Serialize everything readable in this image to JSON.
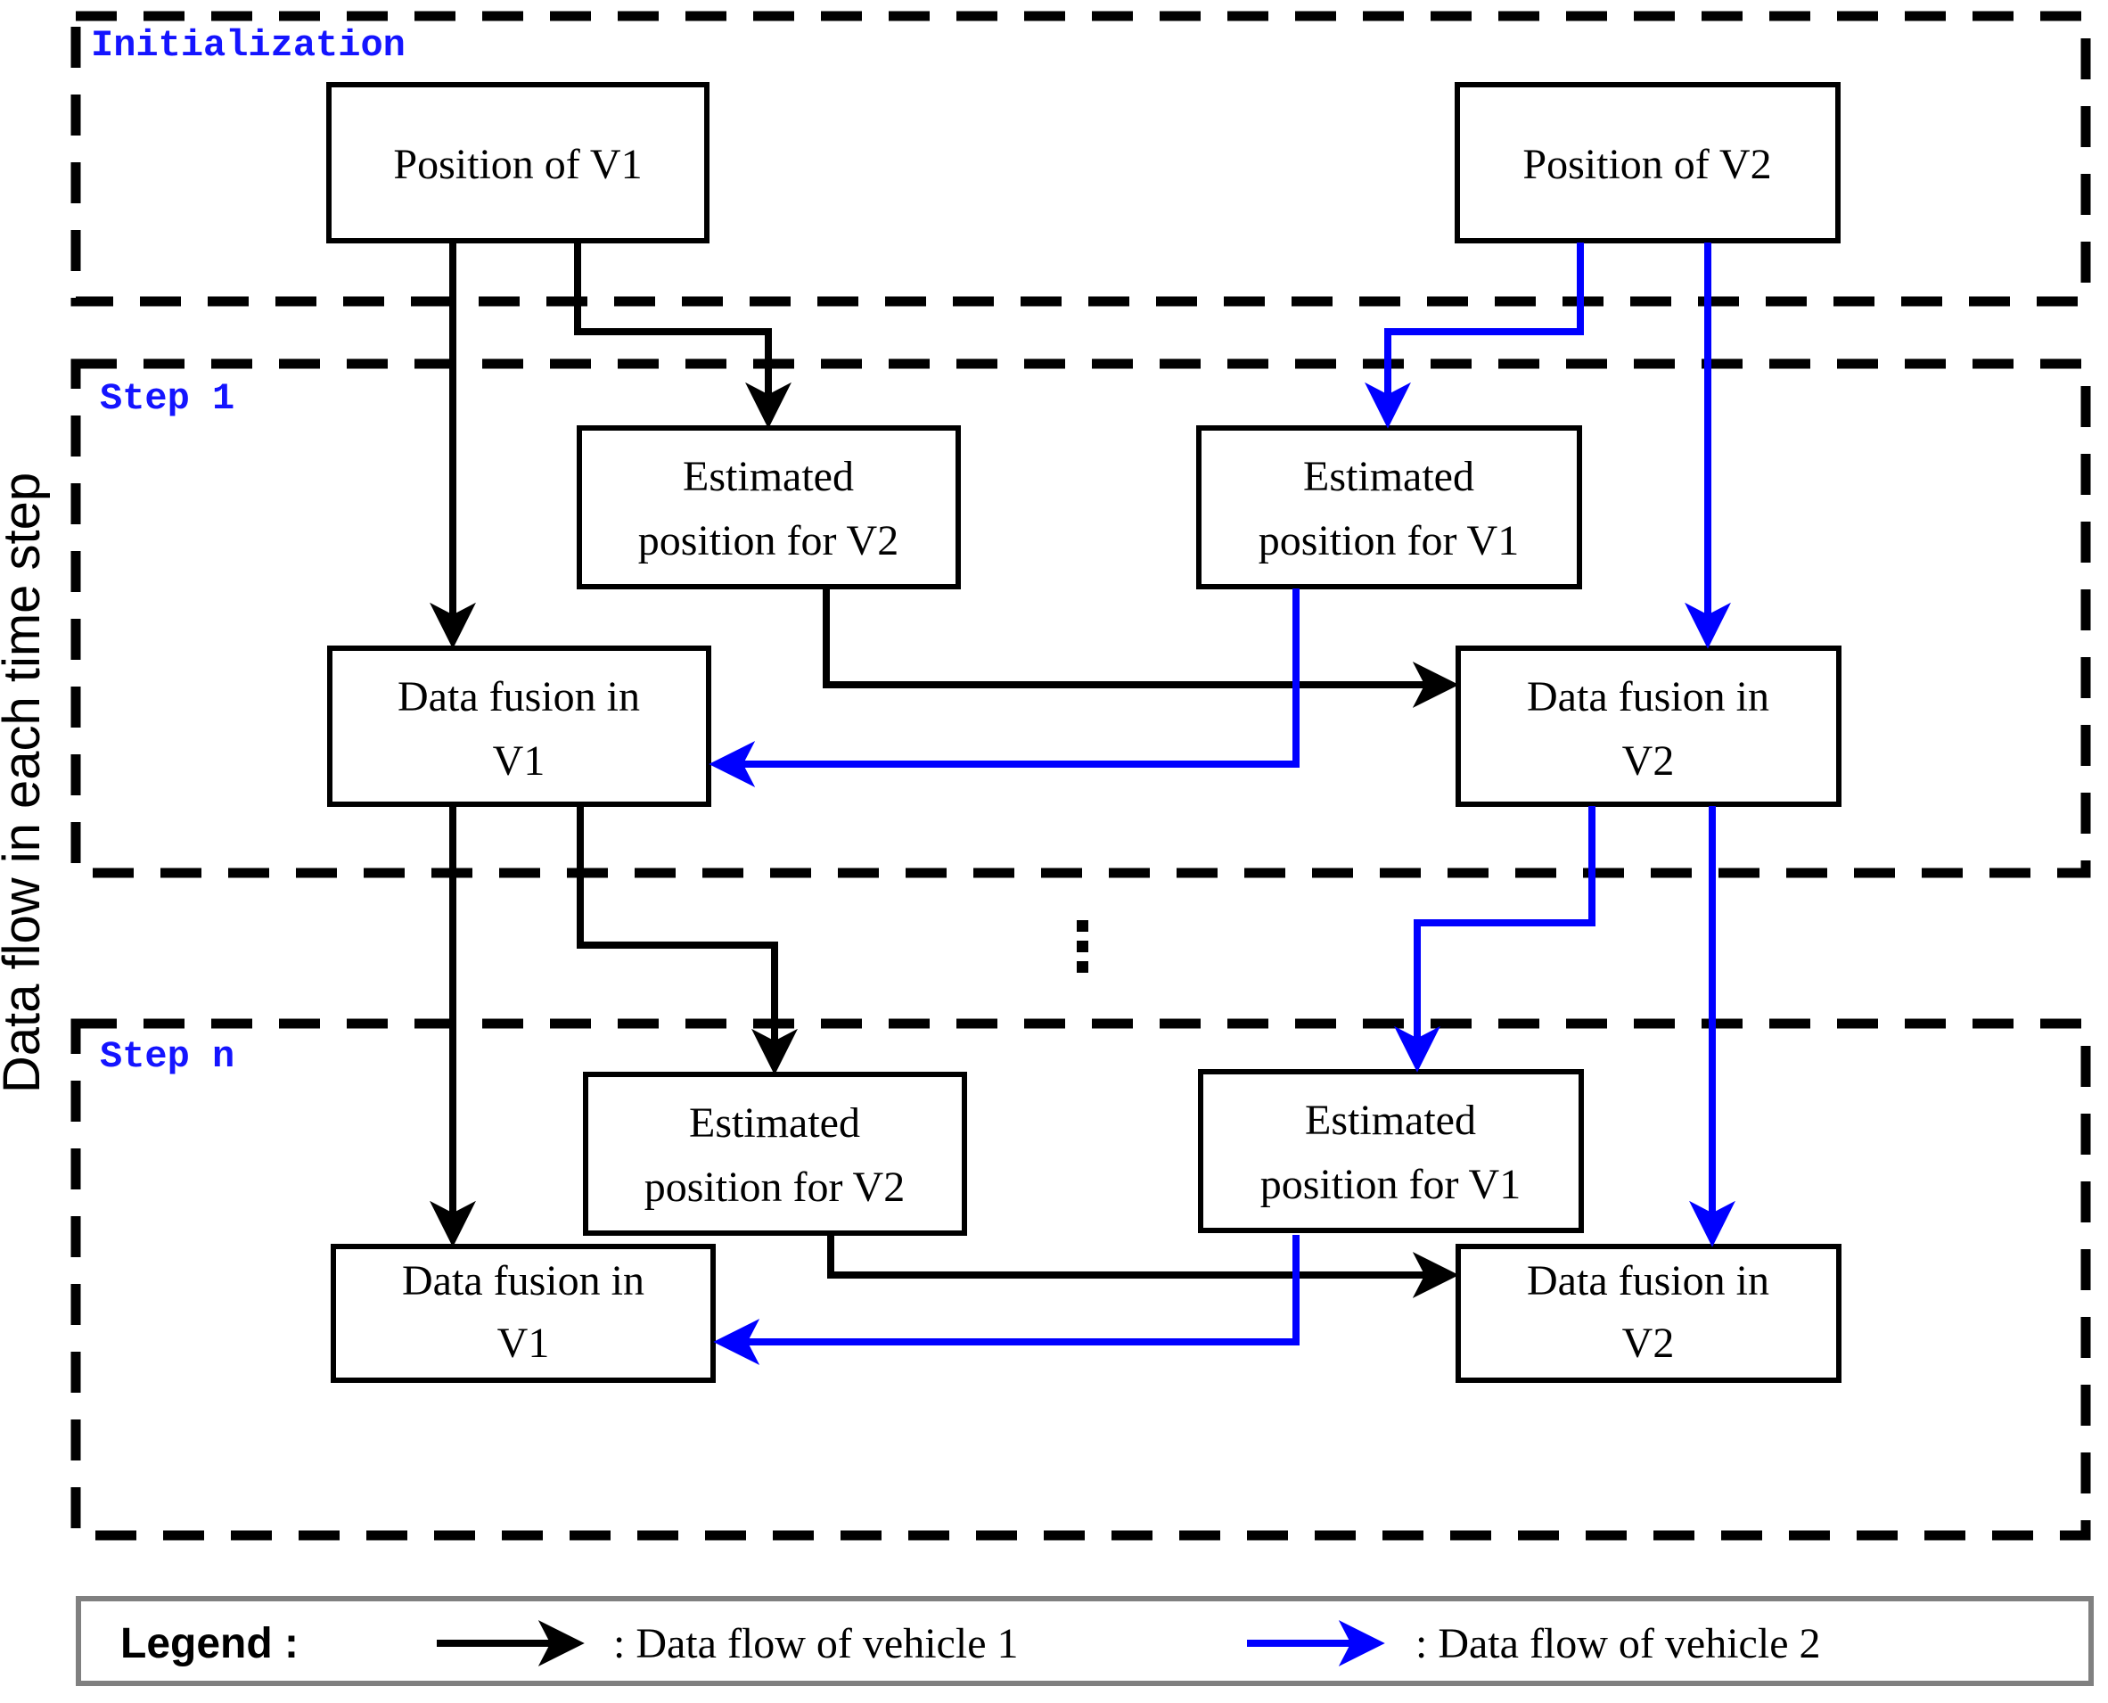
{
  "figure": {
    "axis_label": "Data flow in each time step",
    "icons": {
      "vertical_ellipsis": "⋮"
    }
  },
  "colors": {
    "vehicle1_flow": "#000000",
    "vehicle2_flow": "#0000ff",
    "section_label": "#1414ff",
    "legend_border": "#808080"
  },
  "sections": {
    "initialization": {
      "label": "Initialization"
    },
    "step1": {
      "label": "Step 1"
    },
    "stepn": {
      "label": "Step n"
    }
  },
  "boxes": {
    "position_v1": {
      "line1": "Position of V1"
    },
    "position_v2": {
      "line1": "Position of V2"
    },
    "estimated_v2_step1": {
      "line1": "Estimated",
      "line2": "position for V2"
    },
    "estimated_v1_step1": {
      "line1": "Estimated",
      "line2": "position for V1"
    },
    "fusion_v1_step1": {
      "line1": "Data fusion in",
      "line2": "V1"
    },
    "fusion_v2_step1": {
      "line1": "Data fusion in",
      "line2": "V2"
    },
    "estimated_v2_stepn": {
      "line1": "Estimated",
      "line2": "position for V2"
    },
    "estimated_v1_stepn": {
      "line1": "Estimated",
      "line2": "position for V1"
    },
    "fusion_v1_stepn": {
      "line1": "Data fusion in",
      "line2": "V1"
    },
    "fusion_v2_stepn": {
      "line1": "Data fusion in",
      "line2": "V2"
    }
  },
  "legend": {
    "title": "Legend :",
    "items": [
      {
        "label": ": Data flow of vehicle 1",
        "color": "#000000"
      },
      {
        "label": ": Data flow of vehicle 2",
        "color": "#0000ff"
      }
    ]
  }
}
